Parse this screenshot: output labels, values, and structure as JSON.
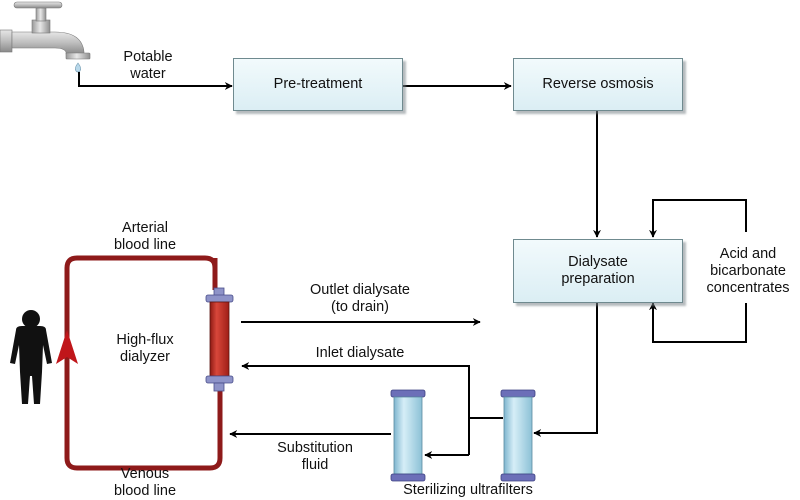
{
  "diagram": {
    "type": "hemodiafiltration water and dialysate flow",
    "nodes": {
      "tap": {
        "label": "Potable\nwater",
        "label_line1": "Potable",
        "label_line2": "water"
      },
      "pretreatment": {
        "label": "Pre-treatment"
      },
      "reverse_osmosis": {
        "label": "Reverse osmosis"
      },
      "dialysate_prep": {
        "label_line1": "Dialysate",
        "label_line2": "preparation"
      },
      "concentrates": {
        "label_line1": "Acid and",
        "label_line2": "bicarbonate",
        "label_line3": "concentrates"
      },
      "dialyzer": {
        "label_line1": "High-flux",
        "label_line2": "dialyzer"
      },
      "ultrafilters": {
        "label": "Sterilizing ultrafilters"
      }
    },
    "flows": {
      "arterial": {
        "line1": "Arterial",
        "line2": "blood line"
      },
      "venous": {
        "line1": "Venous",
        "line2": "blood line"
      },
      "outlet": {
        "line1": "Outlet dialysate",
        "line2": "(to drain)"
      },
      "inlet": {
        "label": "Inlet dialysate"
      },
      "substitution": {
        "line1": "Substitution",
        "line2": "fluid"
      }
    },
    "edges": [
      [
        "tap",
        "pretreatment"
      ],
      [
        "pretreatment",
        "reverse_osmosis"
      ],
      [
        "reverse_osmosis",
        "dialysate_prep"
      ],
      [
        "concentrates",
        "dialysate_prep"
      ],
      [
        "dialysate_prep",
        "ultrafilter_2"
      ],
      [
        "ultrafilter_2",
        "dialyzer (inlet dialysate)"
      ],
      [
        "ultrafilter_2",
        "ultrafilter_1"
      ],
      [
        "ultrafilter_1",
        "venous blood line (substitution fluid)"
      ],
      [
        "dialyzer",
        "drain (outlet dialysate)"
      ],
      [
        "patient",
        "arterial blood line",
        "dialyzer",
        "venous blood line",
        "patient"
      ]
    ],
    "colors": {
      "box_fill": "#e3f2f7",
      "box_border": "#6f8a8f",
      "blood_line": "#9b1c1c",
      "dialyzer_body": "#c0392b",
      "filter_body": "#b9dcea",
      "cap": "#5b5fa8",
      "arrow": "#000000"
    }
  }
}
